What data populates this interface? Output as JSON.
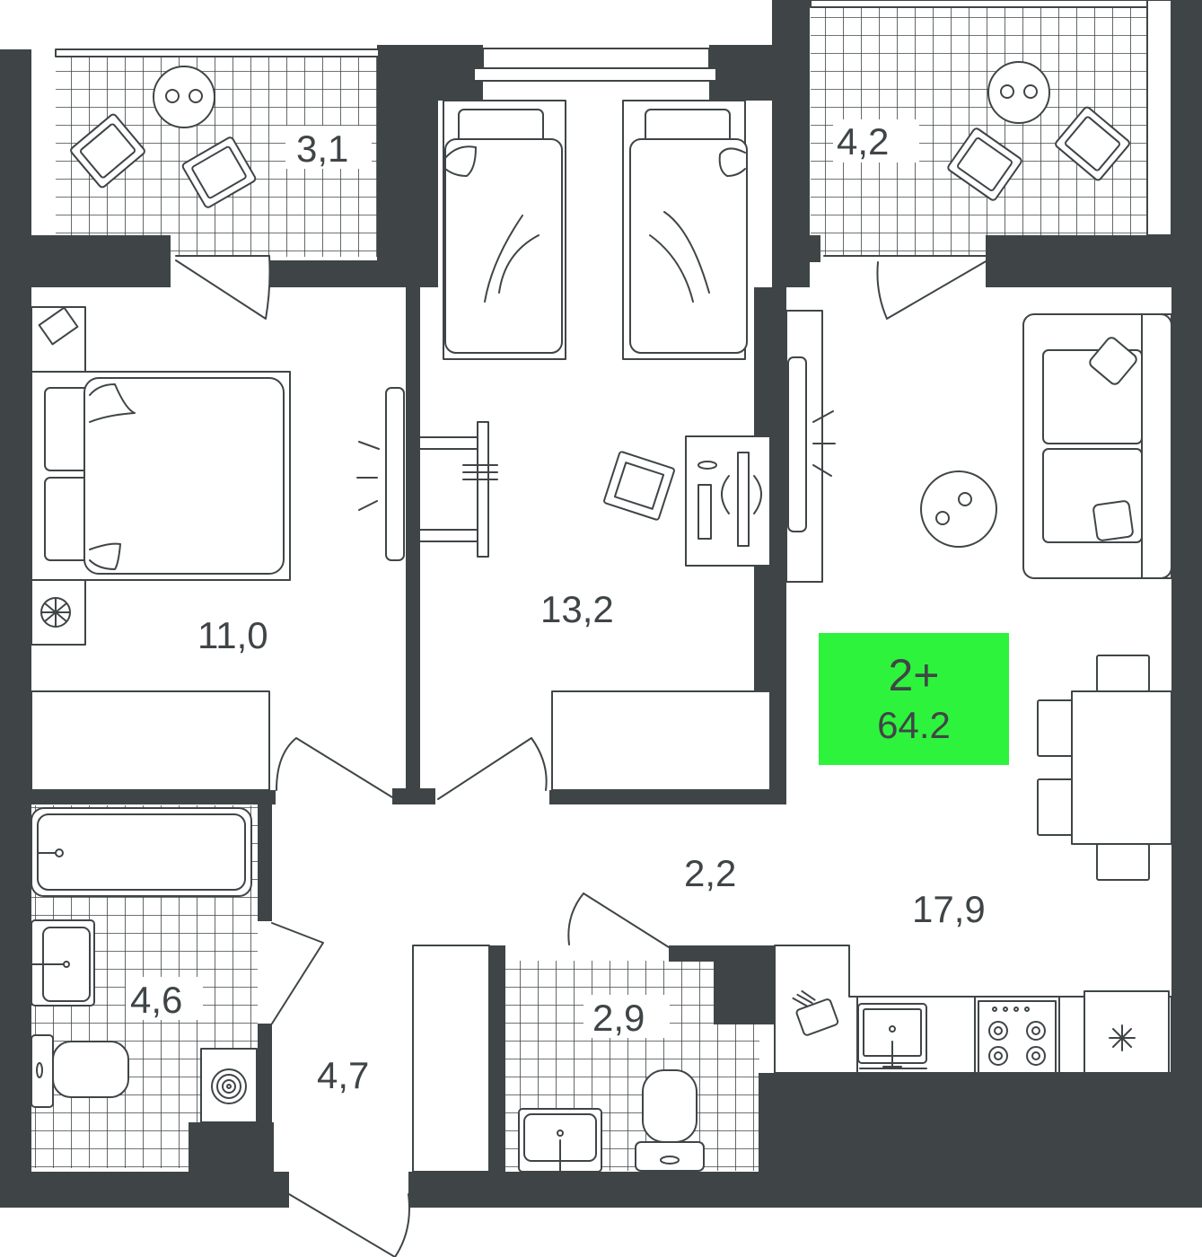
{
  "plan": {
    "rooms": [
      {
        "id": "balcony-left",
        "area": "3,1"
      },
      {
        "id": "balcony-right",
        "area": "4,2"
      },
      {
        "id": "bedroom",
        "area": "11,0"
      },
      {
        "id": "kids-room",
        "area": "13,2"
      },
      {
        "id": "corridor",
        "area": "2,2"
      },
      {
        "id": "living-kitchen",
        "area": "17,9"
      },
      {
        "id": "bathroom",
        "area": "4,6"
      },
      {
        "id": "hallway",
        "area": "4,7"
      },
      {
        "id": "wc",
        "area": "2,9"
      }
    ],
    "badge": {
      "rooms": "2+",
      "total_area": "64.2",
      "color": "#2ef33c"
    },
    "colors": {
      "wall": "#3f4547",
      "background": "#ffffff",
      "accent": "#2ef33c"
    }
  }
}
